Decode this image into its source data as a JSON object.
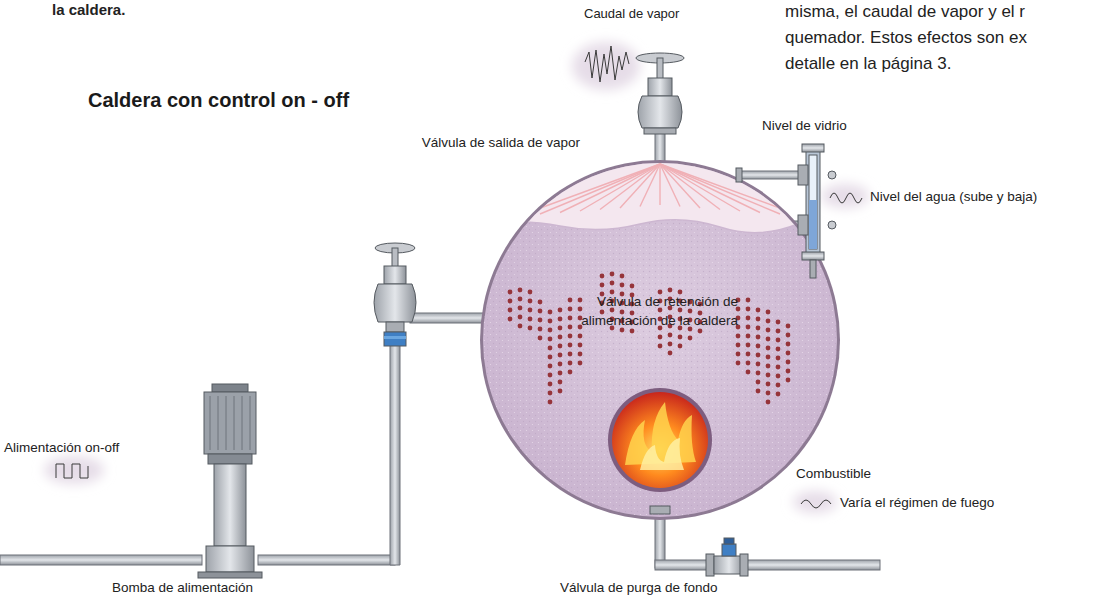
{
  "diagram": {
    "title": "Caldera con control on - off",
    "labels": [
      "la caldera.",
      "Caudal de vapor",
      "misma, el caudal de vapor y el r",
      "quemador. Estos efectos son ex",
      "detalle en la página 3.",
      "Válvula de salida de vapor",
      "Nivel de vidrio",
      "Nivel del agua (sube y baja)",
      "Válvula de retención de alimentación de la caldera",
      "Combustible",
      "Varía el régimen de fuego",
      "Alimentación on-off",
      "Bomba de alimentación",
      "Válvula de purga de fondo"
    ]
  }
}
